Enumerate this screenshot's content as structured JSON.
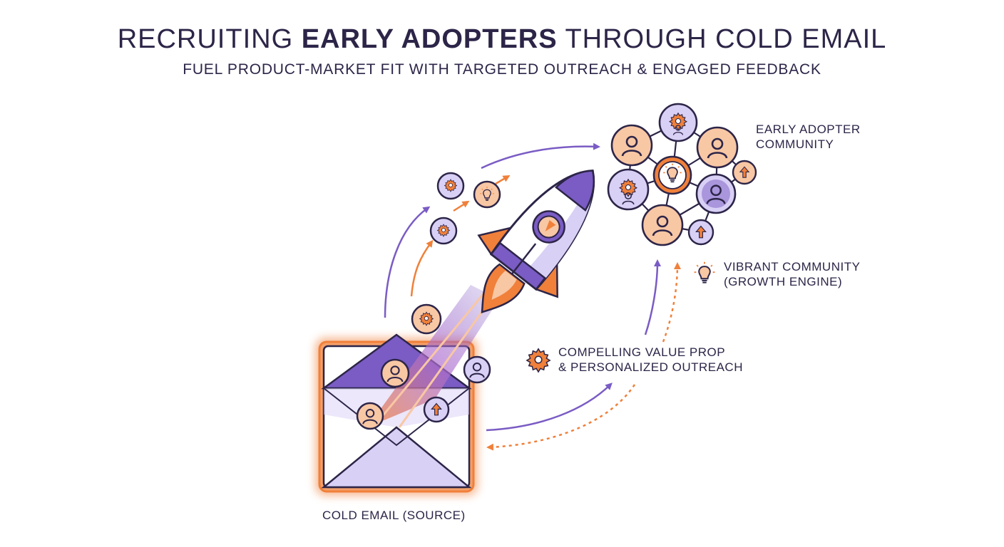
{
  "header": {
    "title_prefix": "RECRUITING ",
    "title_bold": "EARLY ADOPTERS",
    "title_suffix": " THROUGH COLD EMAIL",
    "subtitle": "FUEL PRODUCT-MARKET FIT WITH TARGETED OUTREACH & ENGAGED FEEDBACK"
  },
  "labels": {
    "community_line1": "EARLY ADOPTER",
    "community_line2": "COMMUNITY",
    "vibrant_line1": "VIBRANT COMMUNITY",
    "vibrant_line2": "(GROWTH ENGINE)",
    "value_line1": "COMPELLING VALUE PROP",
    "value_line2": "& PERSONALIZED OUTREACH",
    "source": "COLD EMAIL (SOURCE)"
  },
  "colors": {
    "purple": "#7a5cc4",
    "purple_light": "#d9d0f5",
    "orange": "#f0803a",
    "orange_light": "#f8c7a4",
    "outline": "#2d2548"
  },
  "icons": [
    "envelope-icon",
    "rocket-icon",
    "person-icon",
    "gear-icon",
    "lightbulb-icon",
    "up-arrow-icon"
  ]
}
